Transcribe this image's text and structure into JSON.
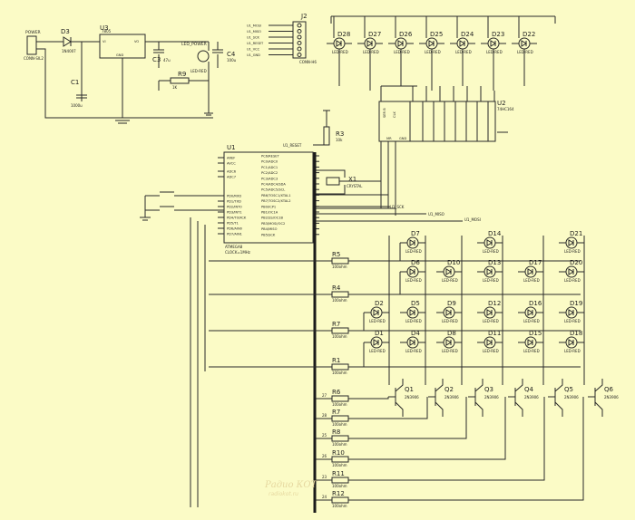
{
  "power": {
    "conn_label": "POWER",
    "conn_value": "CONN-SIL2",
    "diode_ref": "D3",
    "diode_value": "1N4007"
  },
  "regulator": {
    "ref": "U3",
    "value": "7805",
    "pin_vi": "VI",
    "pin_vo": "VO",
    "pin_gnd": "GND"
  },
  "caps": {
    "c1": "C1",
    "c1_val": "1000u",
    "c3": "C3",
    "c3_val": "47u",
    "c4": "C4",
    "c4_val": "100u"
  },
  "power_led": {
    "ref": "LED_POWER",
    "value": "LED-RED",
    "resistor_ref": "R9",
    "resistor_val": "1K"
  },
  "isp": {
    "ref": "J2",
    "value": "CONN-H6",
    "pins": [
      "U1_MOSI",
      "U1_MISO",
      "U1_SCK",
      "U1_RESET",
      "U1_VCC",
      "U1_GND"
    ]
  },
  "top_leds": {
    "refs": [
      "D28",
      "D27",
      "D26",
      "D25",
      "D24",
      "D23",
      "D22"
    ],
    "value": "LED-RED"
  },
  "shift_reg": {
    "ref": "U2",
    "value": "74HC164",
    "left_pins": [
      "SER B",
      "CLK",
      "MR",
      "GND"
    ]
  },
  "mcu": {
    "ref": "U1",
    "value": "ATMEGA8",
    "sub": "CLOCK=1MHz",
    "left_pins": [
      "AREF",
      "AVCC",
      "ADC6",
      "ADC7",
      "PD0/RXD",
      "PD1/TXD",
      "PD2/INT0",
      "PD3/INT1",
      "PD4/T0/XCK",
      "PD5/T1",
      "PD6/AIN0",
      "PD7/AIN1"
    ],
    "right_pins": [
      "PC6/RESET",
      "PC0/ADC0",
      "PC1/ADC1",
      "PC2/ADC2",
      "PC3/ADC3",
      "PC4/ADC4/SDA",
      "PC5/ADC5/SCL",
      "PB6/TOSC1/XTAL1",
      "PB7/TOSC2/XTAL2",
      "PB0/ICP1",
      "PB1/OC1A",
      "PB2/SS/OC1B",
      "PB3/MOSI/OC2",
      "PB4/MISO",
      "PB5/SCK"
    ],
    "reset_label": "U1_RESET"
  },
  "crystal": {
    "ref": "X1",
    "value": "CRYSTAL"
  },
  "r3": {
    "ref": "R3",
    "value": "10k"
  },
  "net_labels": {
    "sck": "U1_SCK",
    "miso": "U1_MISO",
    "mosi": "U1_MOSI"
  },
  "row_resistors": [
    {
      "ref": "R5",
      "value": "100ohm"
    },
    {
      "ref": "R4",
      "value": "100ohm"
    },
    {
      "ref": "R7",
      "value": "100ohm"
    },
    {
      "ref": "R1",
      "value": "100ohm"
    }
  ],
  "matrix": {
    "value": "LED-RED",
    "rows": [
      [
        "D7",
        "D14",
        "D21"
      ],
      [
        "D6",
        "D10",
        "D13",
        "D17",
        "D20"
      ],
      [
        "D2",
        "D5",
        "D9",
        "D12",
        "D16",
        "D19"
      ],
      [
        "D1",
        "D4",
        "D8",
        "D11",
        "D15",
        "D18"
      ]
    ]
  },
  "base_resistors": [
    {
      "ref": "R6",
      "value": "100ohm"
    },
    {
      "ref": "R7",
      "value": "100ohm"
    },
    {
      "ref": "R8",
      "value": "100ohm"
    },
    {
      "ref": "R10",
      "value": "100ohm"
    },
    {
      "ref": "R11",
      "value": "100ohm"
    },
    {
      "ref": "R12",
      "value": "100ohm"
    }
  ],
  "transistors": {
    "refs": [
      "Q1",
      "Q2",
      "Q3",
      "Q4",
      "Q5",
      "Q6"
    ],
    "value": "2N3906"
  },
  "bus_pin_numbers": [
    "27",
    "28",
    "25",
    "26",
    "23",
    "24"
  ],
  "watermark": {
    "brand": "Радио КОТ",
    "site": "radiokot.ru"
  }
}
